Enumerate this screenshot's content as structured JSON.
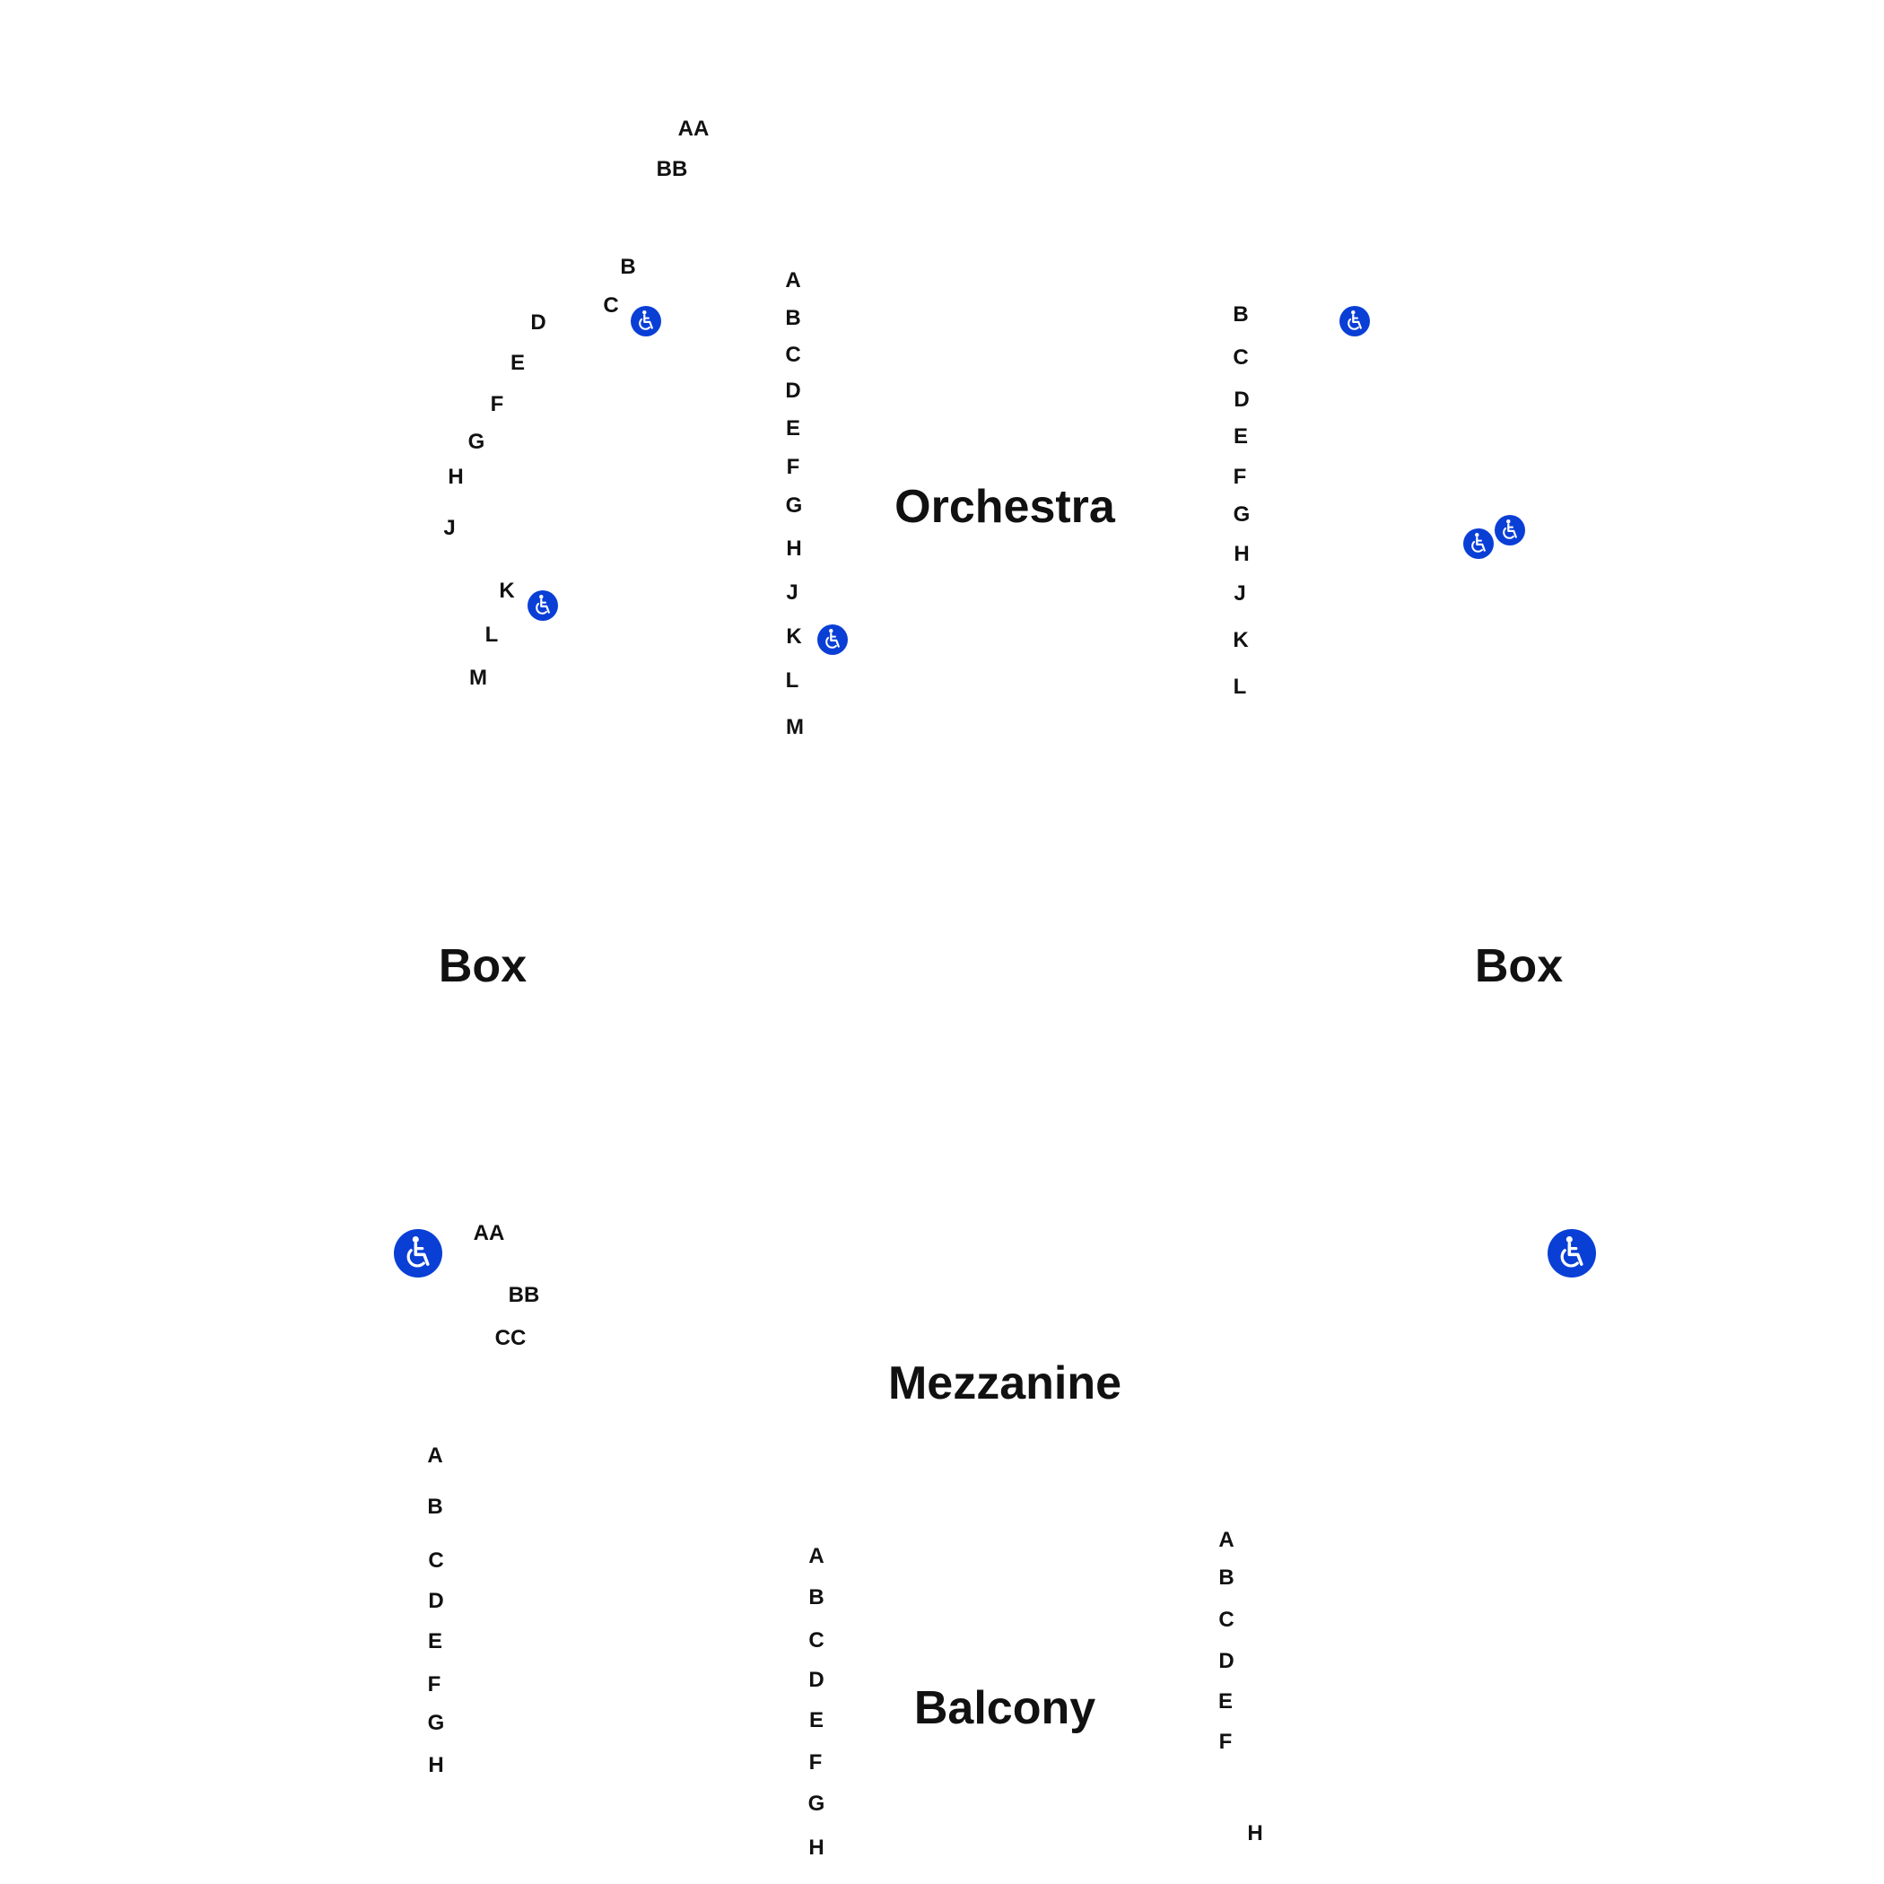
{
  "colors": {
    "accessible": "#0a3fd6",
    "text": "#111111"
  },
  "icon_name": "wheelchair-icon",
  "sections": {
    "orchestra": "Orchestra",
    "box_left": "Box",
    "box_right": "Box",
    "mezzanine": "Mezzanine",
    "balcony": "Balcony"
  },
  "rows": {
    "orch_left": [
      "AA",
      "BB",
      "B",
      "C",
      "D",
      "E",
      "F",
      "G",
      "H",
      "J",
      "K",
      "L",
      "M"
    ],
    "orch_center": [
      "A",
      "B",
      "C",
      "D",
      "E",
      "F",
      "G",
      "H",
      "J",
      "K",
      "L",
      "M"
    ],
    "orch_right": [
      "B",
      "C",
      "D",
      "E",
      "F",
      "G",
      "H",
      "J",
      "K",
      "L"
    ],
    "mezz_left": [
      "AA",
      "BB",
      "CC"
    ],
    "bal_left": [
      "A",
      "B",
      "C",
      "D",
      "E",
      "F",
      "G",
      "H"
    ],
    "bal_center": [
      "A",
      "B",
      "C",
      "D",
      "E",
      "F",
      "G",
      "H"
    ],
    "bal_right": [
      "A",
      "B",
      "C",
      "D",
      "E",
      "F",
      "H"
    ]
  }
}
